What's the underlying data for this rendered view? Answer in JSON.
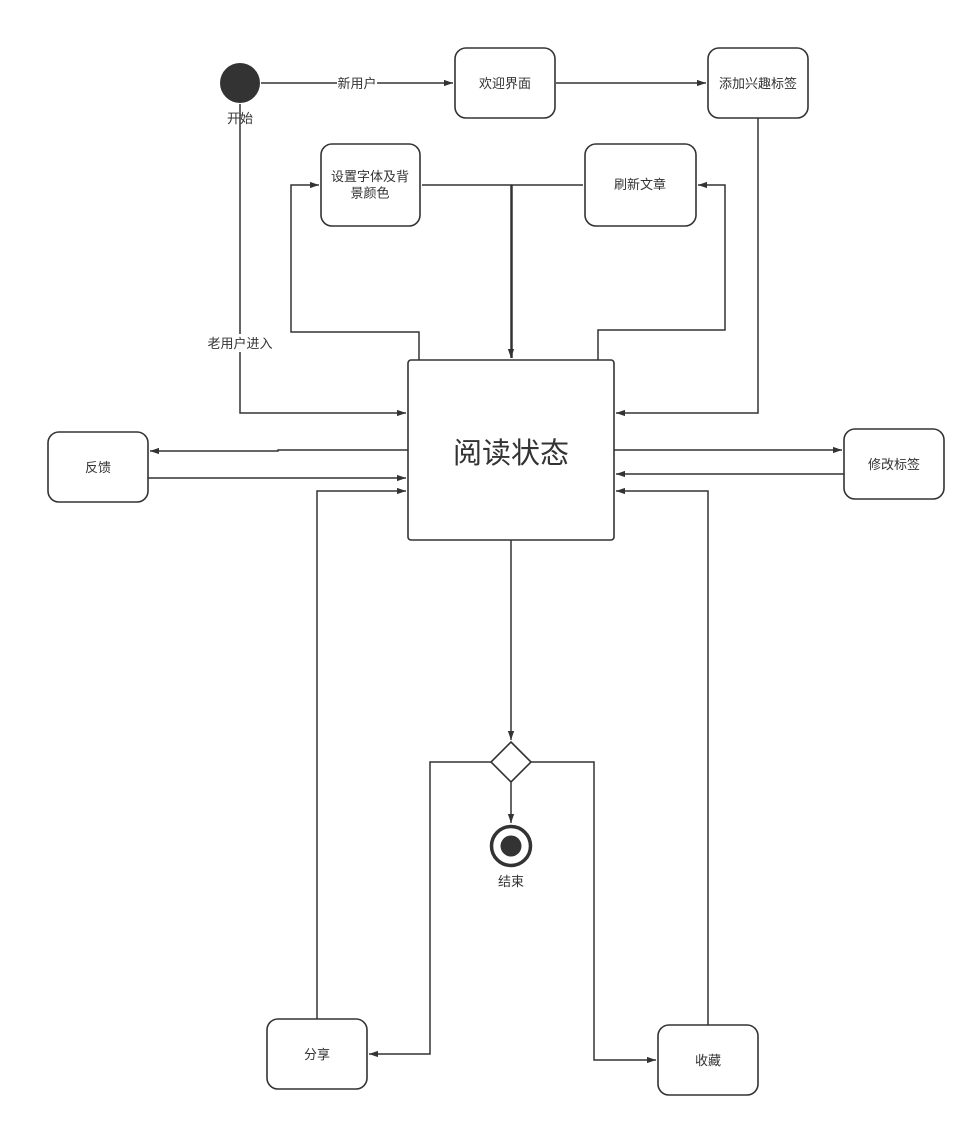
{
  "diagram": {
    "colors": {
      "stroke": "#333333",
      "fill": "#ffffff",
      "text": "#333333",
      "dot": "#333333"
    },
    "start_label": "开始",
    "end_label": "结束",
    "nodes": {
      "welcome": "欢迎界面",
      "add_tags": "添加兴趣标签",
      "font_bg": "设置字体及背景颜色",
      "refresh": "刷新文章",
      "reading": "阅读状态",
      "feedback": "反馈",
      "modify_tags": "修改标签",
      "share": "分享",
      "favorite": "收藏"
    },
    "edge_labels": {
      "new_user": "新用户",
      "old_user": "老用户进入"
    }
  }
}
